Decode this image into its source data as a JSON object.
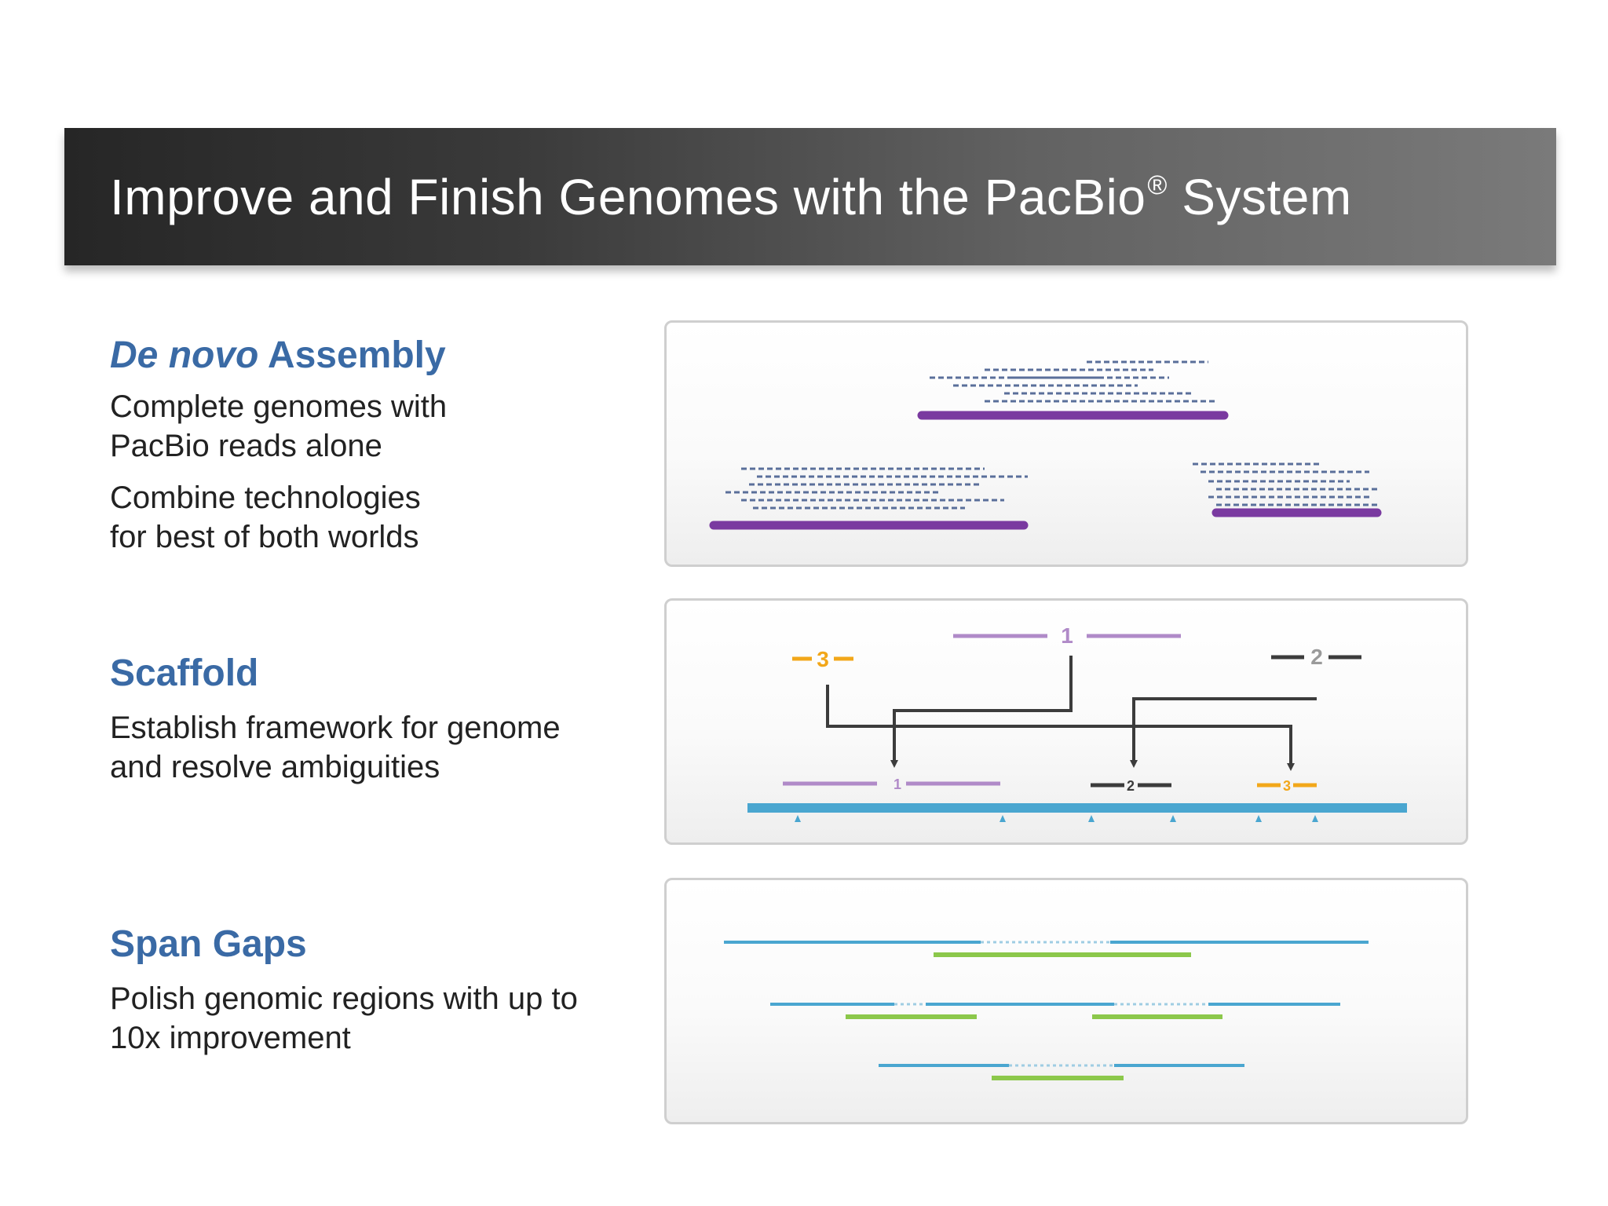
{
  "header": {
    "title_main": "Improve and Finish Genomes with the PacBio",
    "title_reg": "®",
    "title_end": " System"
  },
  "sections": {
    "assembly": {
      "title_italic": "De novo",
      "title_rest": " Assembly",
      "line1": "Complete genomes with",
      "line2": "PacBio reads alone",
      "line3": "Combine technologies",
      "line4": "for best of both worlds"
    },
    "scaffold": {
      "title": "Scaffold",
      "line1": "Establish framework for genome",
      "line2": "and resolve ambiguities"
    },
    "gaps": {
      "title": "Span Gaps",
      "line1": "Polish genomic regions with up to",
      "line2": "10x improvement"
    }
  },
  "scaffold_labels": {
    "top_1": "1",
    "top_2": "2",
    "top_3": "3",
    "bottom_1": "1",
    "bottom_2": "2",
    "bottom_3": "3"
  },
  "colors": {
    "purple": "#7a3aa0",
    "purple_light": "#b08ac8",
    "dash_blue": "#5a6f9a",
    "orange": "#f2a71a",
    "dark_gray": "#3c3c3c",
    "gray_label": "#9a9a9a",
    "blue": "#4aa6d0",
    "green": "#8cc84b",
    "title_blue": "#3a6aa5"
  }
}
